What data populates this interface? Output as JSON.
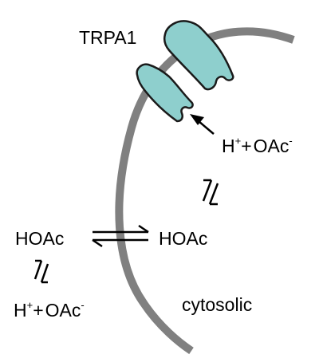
{
  "labels": {
    "channel": "TRPA1",
    "outside_acid": "HOAc",
    "inside_acid": "HOAc",
    "cytosolic": "cytosolic"
  },
  "ions": {
    "inside": {
      "proton": "H",
      "proton_charge": "+",
      "plus": "+",
      "acetate": "OAc",
      "acetate_charge": "-"
    },
    "outside": {
      "proton": "H",
      "proton_charge": "+",
      "plus": "+",
      "acetate": "OAc",
      "acetate_charge": "-"
    }
  },
  "colors": {
    "membrane": "#808080",
    "channel_fill": "#8ecfcd",
    "channel_stroke": "#1a1a1a",
    "text": "#000000"
  }
}
